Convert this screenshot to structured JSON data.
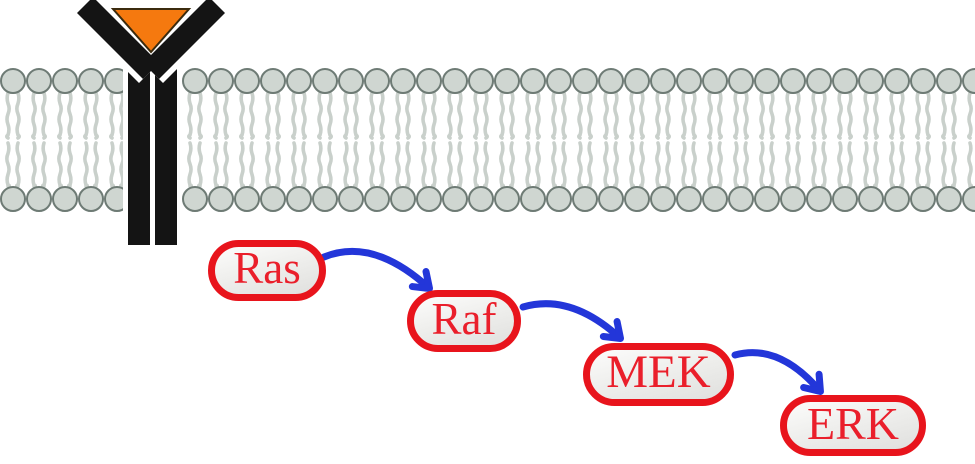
{
  "figure": {
    "kind": "cell-signaling-pathway-diagram",
    "background": "#ffffff"
  },
  "colors": {
    "node_border": "#e8141c",
    "node_text": "#ea1f2b",
    "node_fill_top": "#fcfcfb",
    "node_fill_bottom": "#e0e0de",
    "arrow_blue": "#2336d9",
    "membrane_head_fill": "#cfd6d1",
    "membrane_head_stroke": "#6e7b75",
    "membrane_tail": "#c9d0cb",
    "receptor_black": "#141414",
    "ligand_orange": "#f5790f",
    "ligand_outline": "#3b2b0e",
    "background": "#ffffff"
  },
  "membrane": {
    "icon": "lipid-bilayer-icon",
    "lipid_count": 38
  },
  "receptor": {
    "icon": "receptor-icon",
    "ligand_icon": "ligand-triangle-icon"
  },
  "cascade": {
    "nodes": [
      {
        "id": "ras",
        "label": "Ras"
      },
      {
        "id": "raf",
        "label": "Raf"
      },
      {
        "id": "mek",
        "label": "MEK"
      },
      {
        "id": "erk",
        "label": "ERK"
      }
    ],
    "arrows": [
      {
        "from": "ras",
        "to": "raf"
      },
      {
        "from": "raf",
        "to": "mek"
      },
      {
        "from": "mek",
        "to": "erk"
      }
    ]
  }
}
